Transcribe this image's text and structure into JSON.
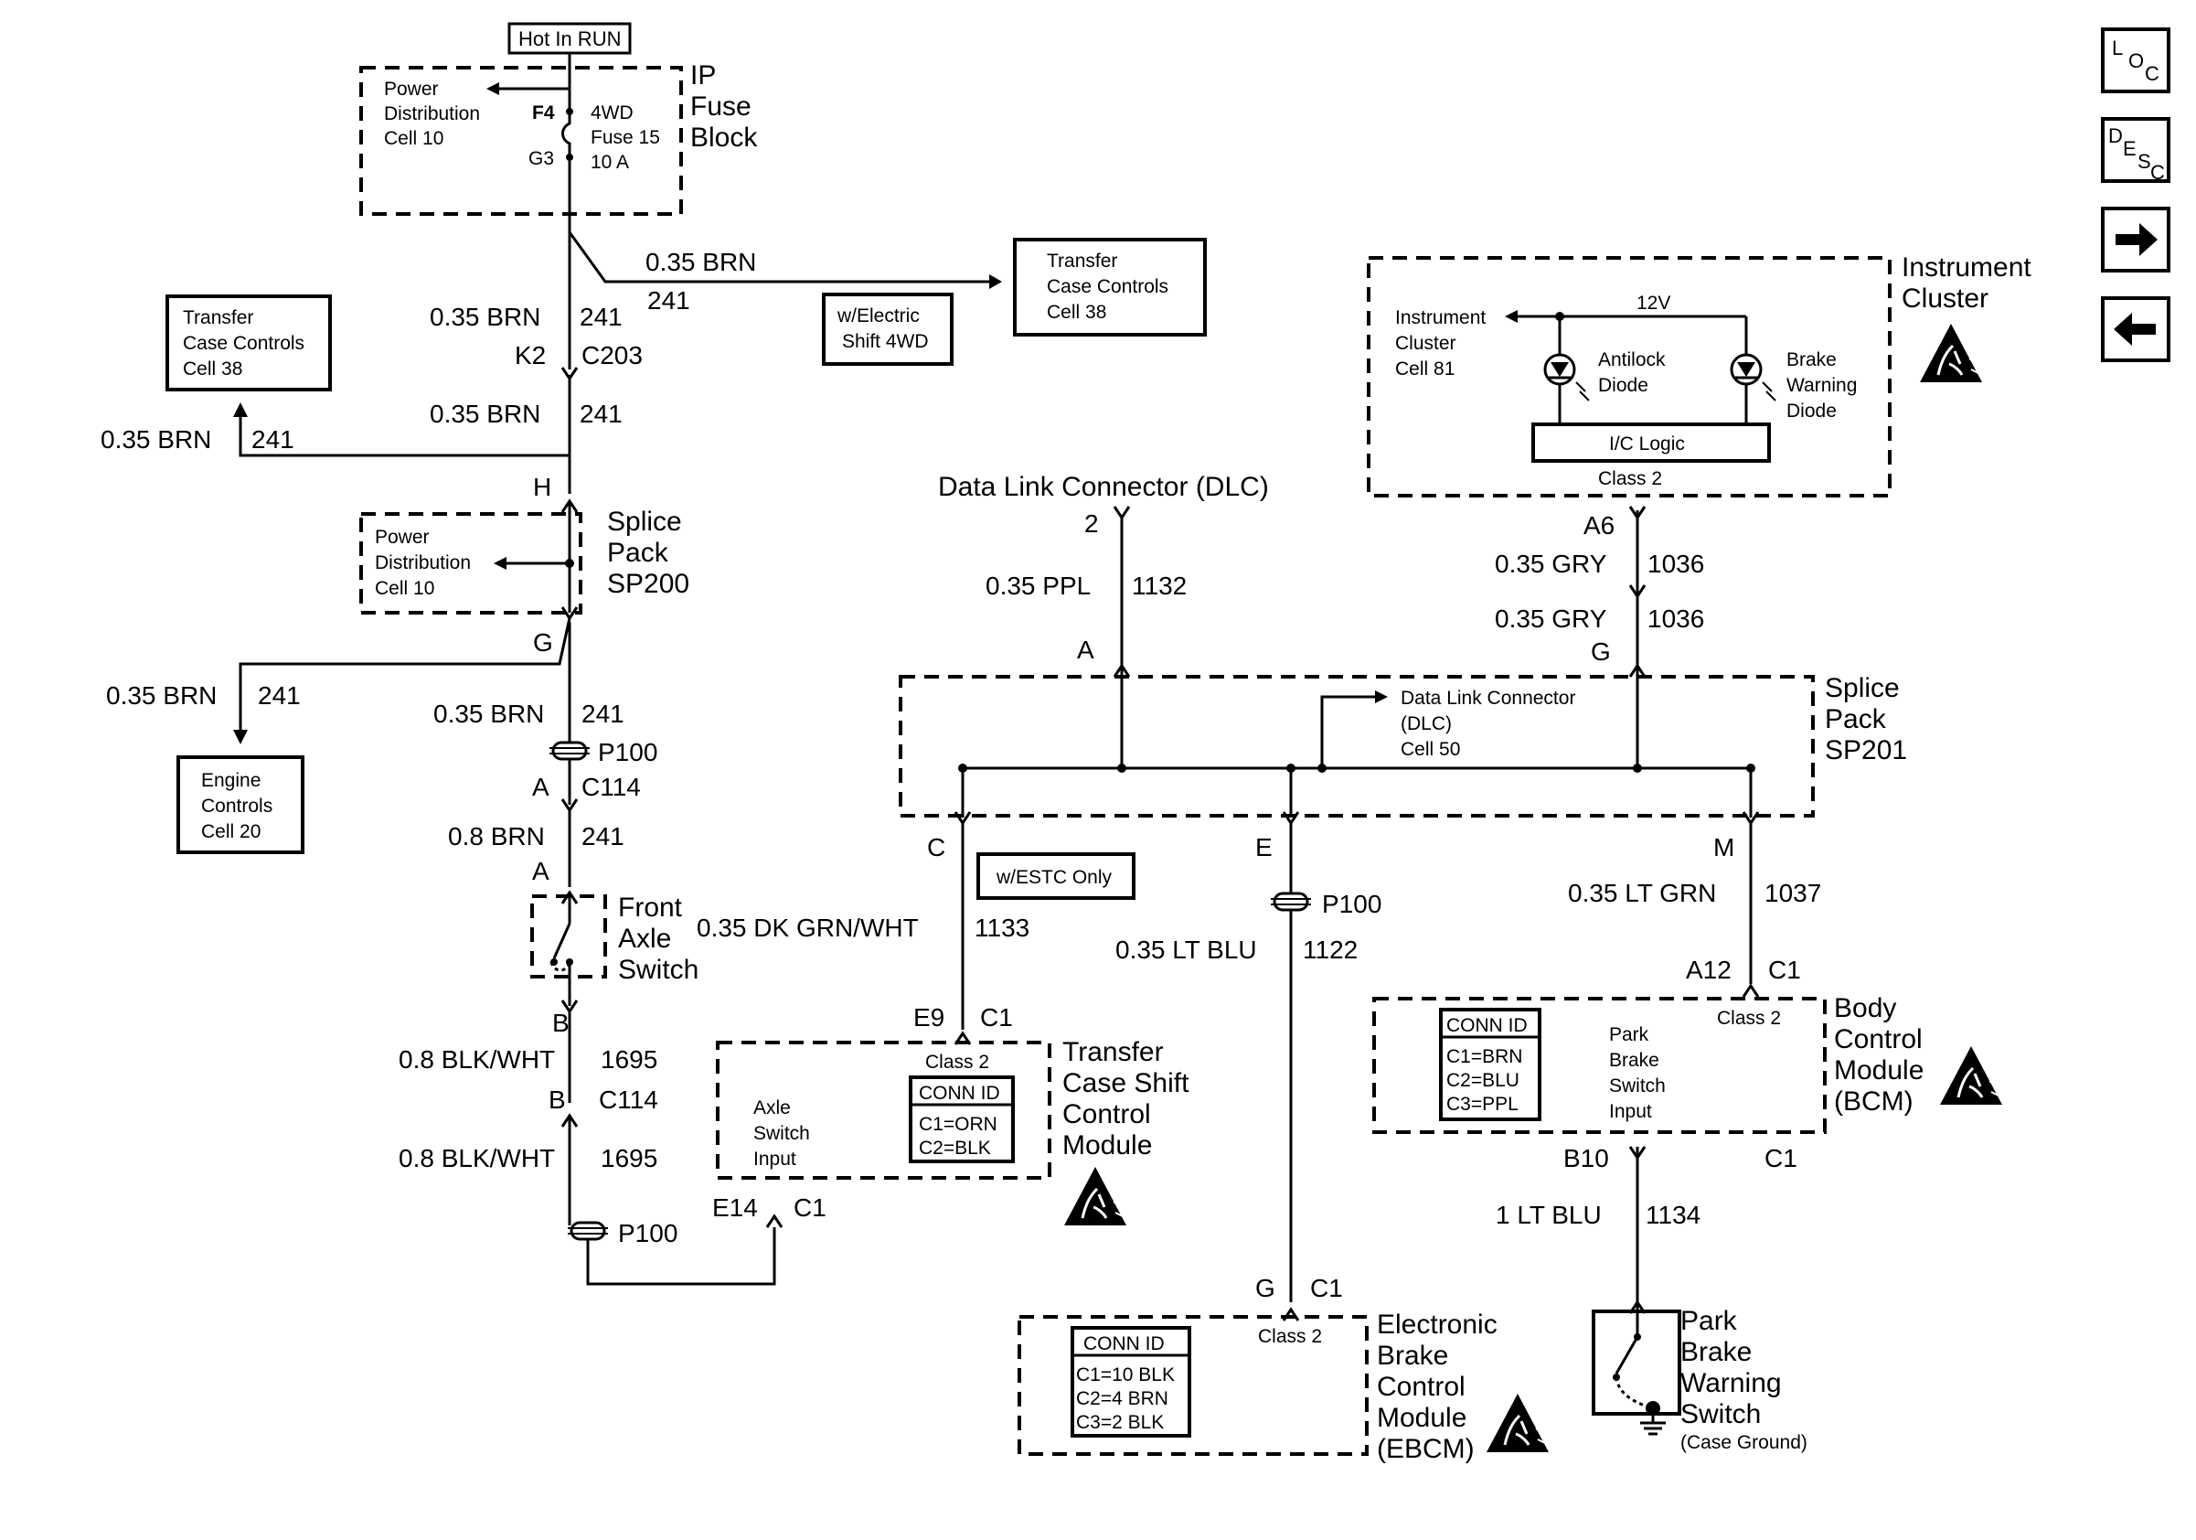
{
  "nav": {
    "loc": [
      "L",
      "O",
      "C"
    ],
    "desc": [
      "D",
      "E",
      "S",
      "C"
    ],
    "next_icon": "right-arrow-icon",
    "prev_icon": "left-arrow-icon"
  },
  "ip_fuse": {
    "hot": "Hot In RUN",
    "block": [
      "IP",
      "Fuse",
      "Block"
    ],
    "pd": [
      "Power",
      "Distribution",
      "Cell 10"
    ],
    "f4": "F4",
    "g3": "G3",
    "fuse": [
      "4WD",
      "Fuse 15",
      "10 A"
    ]
  },
  "tcc_top": {
    "wire": "0.35 BRN",
    "circuit": "241",
    "option": [
      "w/Electric",
      "Shift 4WD"
    ],
    "box": [
      "Transfer",
      "Case Controls",
      "Cell 38"
    ]
  },
  "left": {
    "w1": "0.35 BRN",
    "c1": "241",
    "k2": "K2",
    "c203": "C203",
    "w2": "0.35 BRN",
    "c2": "241",
    "tcc": [
      "Transfer",
      "Case Controls",
      "Cell 38"
    ],
    "tw": "0.35 BRN",
    "tc": "241",
    "h": "H",
    "splice": [
      "Splice",
      "Pack",
      "SP200"
    ],
    "spd": [
      "Power",
      "Distribution",
      "Cell 10"
    ],
    "g": "G",
    "ew": "0.35 BRN",
    "ec": "241",
    "engine": [
      "Engine",
      "Controls",
      "Cell 20"
    ],
    "w3": "0.35 BRN",
    "c3": "241",
    "p100": "P100",
    "a1": "A",
    "c114": "C114",
    "w4": "0.8 BRN",
    "c4": "241",
    "a2": "A",
    "axle": [
      "Front",
      "Axle",
      "Switch"
    ],
    "b1": "B",
    "w5": "0.8 BLK/WHT",
    "c5": "1695",
    "b2": "B",
    "c114b": "C114",
    "w6": "0.8 BLK/WHT",
    "c6": "1695",
    "p100b": "P100"
  },
  "tcsm": {
    "option": "w/ESTC Only",
    "wire": "0.35 DK GRN/WHT",
    "circuit": "1133",
    "e9": "E9",
    "c1": "C1",
    "class2": "Class 2",
    "conn_title": "CONN ID",
    "conn": [
      "C1=ORN",
      "C2=BLK"
    ],
    "input": [
      "Axle",
      "Switch",
      "Input"
    ],
    "name": [
      "Transfer",
      "Case Shift",
      "Control",
      "Module"
    ],
    "e14": "E14",
    "c1b": "C1"
  },
  "dlc": {
    "title": "Data Link Connector (DLC)",
    "pin": "2",
    "wire": "0.35 PPL",
    "circuit": "1132",
    "a": "A"
  },
  "cluster": {
    "name": [
      "Instrument",
      "Cluster"
    ],
    "ref": [
      "Instrument",
      "Cluster",
      "Cell 81"
    ],
    "v": "12V",
    "antilock": [
      "Antilock",
      "Diode"
    ],
    "brake": [
      "Brake",
      "Warning",
      "Diode"
    ],
    "logic": "I/C Logic",
    "class2": "Class 2",
    "a6": "A6",
    "w1": "0.35 GRY",
    "c1": "1036",
    "w2": "0.35 GRY",
    "c2": "1036",
    "g": "G"
  },
  "sp201": {
    "name": [
      "Splice",
      "Pack",
      "SP201"
    ],
    "dlc_ref": [
      "Data Link Connector",
      "(DLC)",
      "Cell 50"
    ],
    "c": "C",
    "e": "E",
    "m": "M"
  },
  "ebcm": {
    "p100": "P100",
    "wire": "0.35 LT BLU",
    "circuit": "1122",
    "g": "G",
    "c1": "C1",
    "class2": "Class 2",
    "conn_title": "CONN ID",
    "conn": [
      "C1=10 BLK",
      "C2=4 BRN",
      "C3=2 BLK"
    ],
    "name": [
      "Electronic",
      "Brake",
      "Control",
      "Module",
      "(EBCM)"
    ]
  },
  "bcm": {
    "wire": "0.35 LT GRN",
    "circuit": "1037",
    "a12": "A12",
    "c1": "C1",
    "class2": "Class 2",
    "conn_title": "CONN ID",
    "conn": [
      "C1=BRN",
      "C2=BLU",
      "C3=PPL"
    ],
    "input": [
      "Park",
      "Brake",
      "Switch",
      "Input"
    ],
    "name": [
      "Body",
      "Control",
      "Module",
      "(BCM)"
    ],
    "b10": "B10",
    "c1b": "C1",
    "w2": "1 LT BLU",
    "c2": "1134"
  },
  "pbs": {
    "name": [
      "Park",
      "Brake",
      "Warning",
      "Switch"
    ],
    "ground": "(Case Ground)"
  },
  "esd_icon": "esd-warning-icon"
}
